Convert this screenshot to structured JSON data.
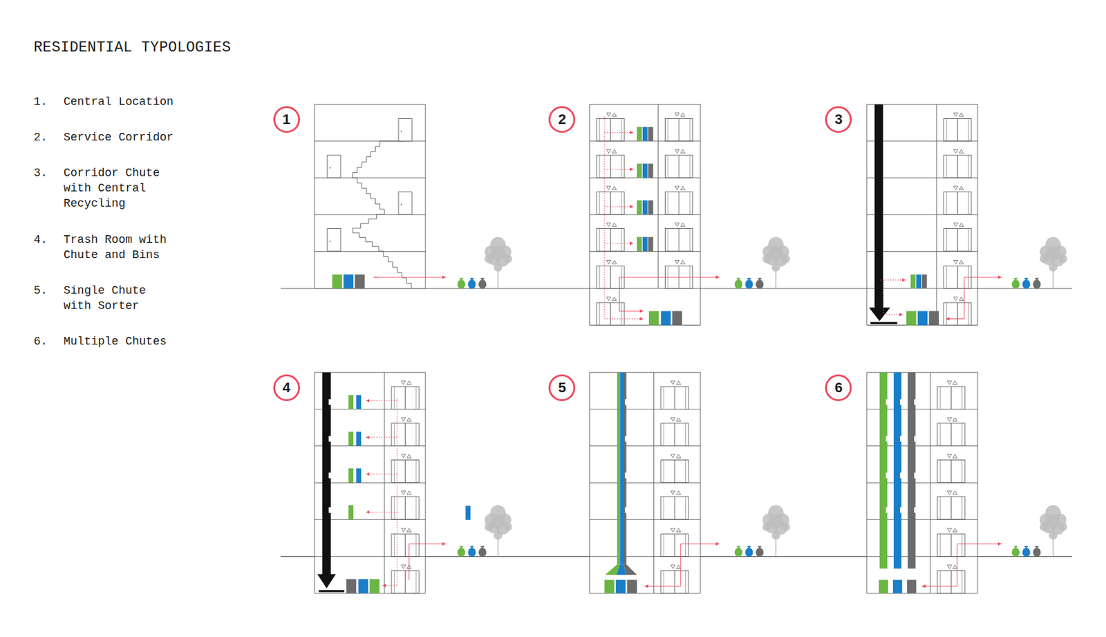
{
  "diagram": {
    "title": "RESIDENTIAL TYPOLOGIES",
    "nodes": [
      {
        "text": [
          "1"
        ]
      },
      {
        "text": [
          "2"
        ]
      },
      {
        "text": [
          "3"
        ]
      },
      {
        "text": [
          "4"
        ]
      },
      {
        "text": [
          "5"
        ]
      },
      {
        "text": [
          "6"
        ]
      }
    ],
    "labels": [
      "1.",
      "Central Location",
      "2.",
      "Service Corridor",
      "3.",
      "Corridor Chute with Central Recycling",
      "4.",
      "Trash Room with Chute and Bins",
      "5.",
      "Single Chute with Sorter",
      "6.",
      "Multiple Chutes"
    ]
  }
}
